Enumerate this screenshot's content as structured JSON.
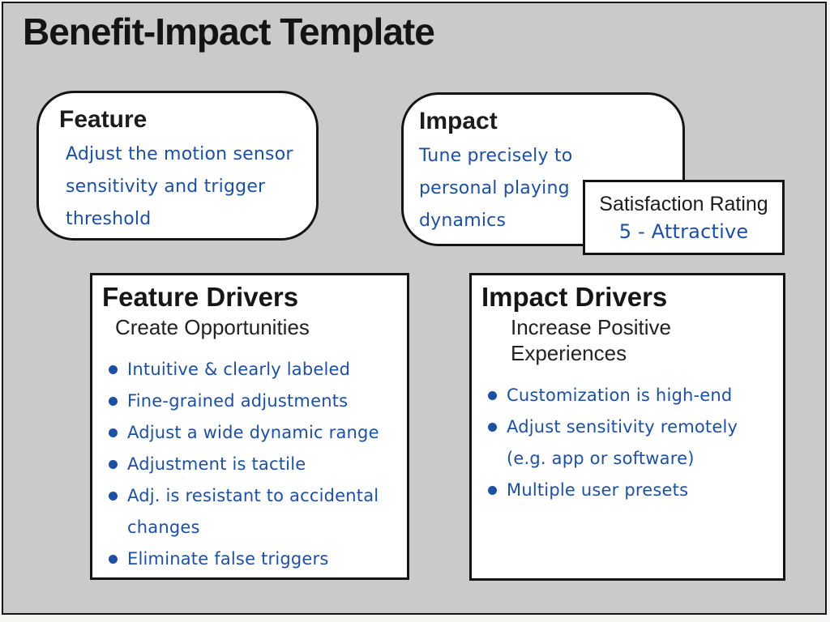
{
  "title": "Benefit-Impact Template",
  "colors": {
    "background": "#cacaca",
    "box_fill": "#ffffff",
    "border": "#141414",
    "accent_blue": "#1d4fa2",
    "text_black": "#1c1c1c"
  },
  "feature_box": {
    "heading": "Feature",
    "body": "Adjust the motion sensor sensitivity and trigger threshold"
  },
  "impact_box": {
    "heading": "Impact",
    "body": "Tune precisely to personal playing dynamics"
  },
  "satisfaction_box": {
    "heading": "Satisfaction Rating",
    "rating": "5 - Attractive"
  },
  "feature_drivers": {
    "heading": "Feature Drivers",
    "subtitle": "Create Opportunities",
    "items": [
      "Intuitive & clearly labeled",
      "Fine-grained adjustments",
      "Adjust a wide dynamic range",
      "Adjustment is tactile",
      "Adj. is resistant to accidental changes",
      "Eliminate false triggers"
    ]
  },
  "impact_drivers": {
    "heading": "Impact Drivers",
    "subtitle": "Increase Positive Experiences",
    "items": [
      "Customization is high-end",
      "Adjust sensitivity remotely (e.g. app or software)",
      "Multiple user presets"
    ]
  }
}
